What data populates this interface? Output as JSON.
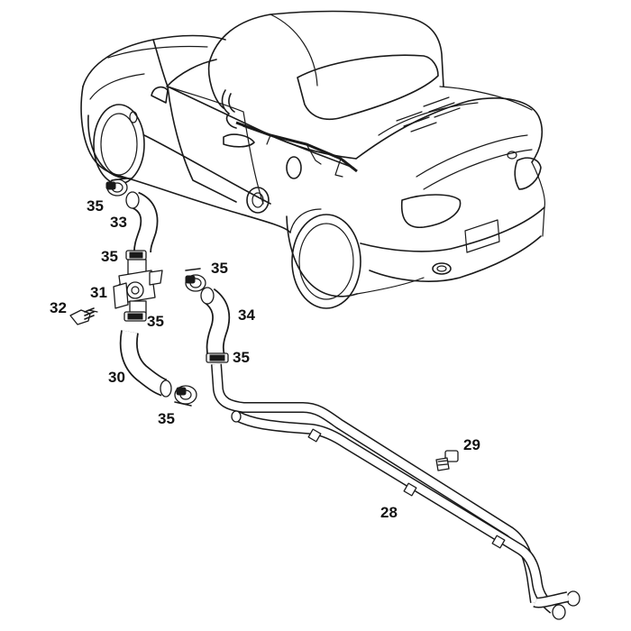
{
  "callouts": {
    "c28": "28",
    "c29": "29",
    "c30": "30",
    "c31": "31",
    "c32": "32",
    "c33": "33",
    "c34": "34",
    "c35_a": "35",
    "c35_b": "35",
    "c35_c": "35",
    "c35_d": "35",
    "c35_e": "35",
    "c35_f": "35"
  }
}
